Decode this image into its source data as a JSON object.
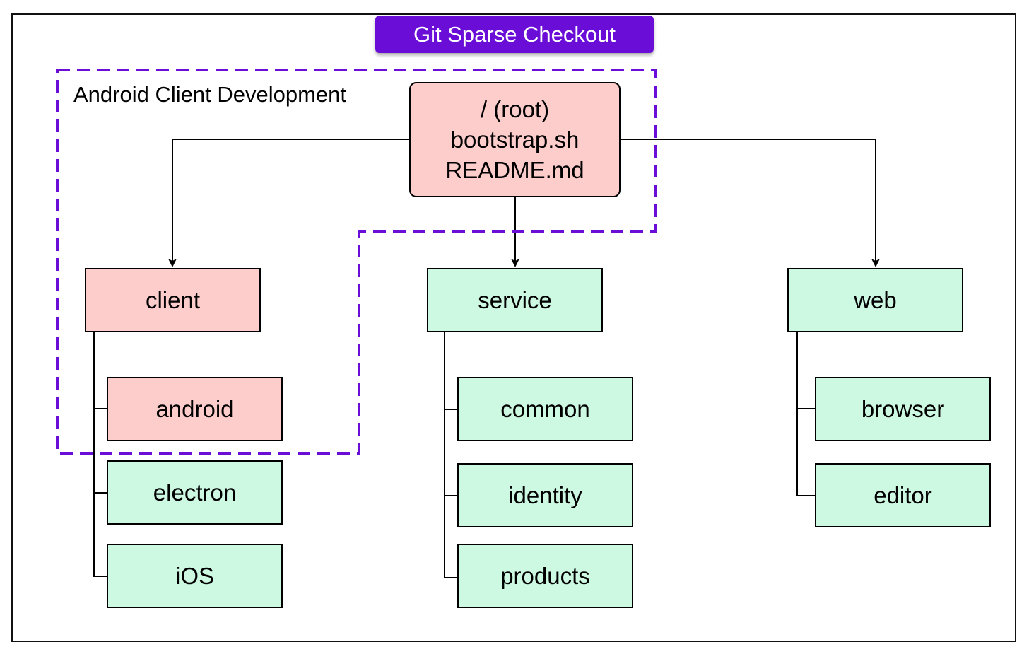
{
  "title": "Git Sparse Checkout",
  "region_label": "Android Client Development",
  "root": {
    "lines": [
      "/ (root)",
      "bootstrap.sh",
      "README.md"
    ]
  },
  "folders": {
    "client": {
      "label": "client",
      "children": [
        "android",
        "electron",
        "iOS"
      ]
    },
    "service": {
      "label": "service",
      "children": [
        "common",
        "identity",
        "products"
      ]
    },
    "web": {
      "label": "web",
      "children": [
        "browser",
        "editor"
      ]
    }
  },
  "colors": {
    "selected_fill": "#fdcdcb",
    "unselected_fill": "#cdf9e3",
    "title_fill": "#6a0dd6",
    "region_outline": "#6a0dd6"
  }
}
